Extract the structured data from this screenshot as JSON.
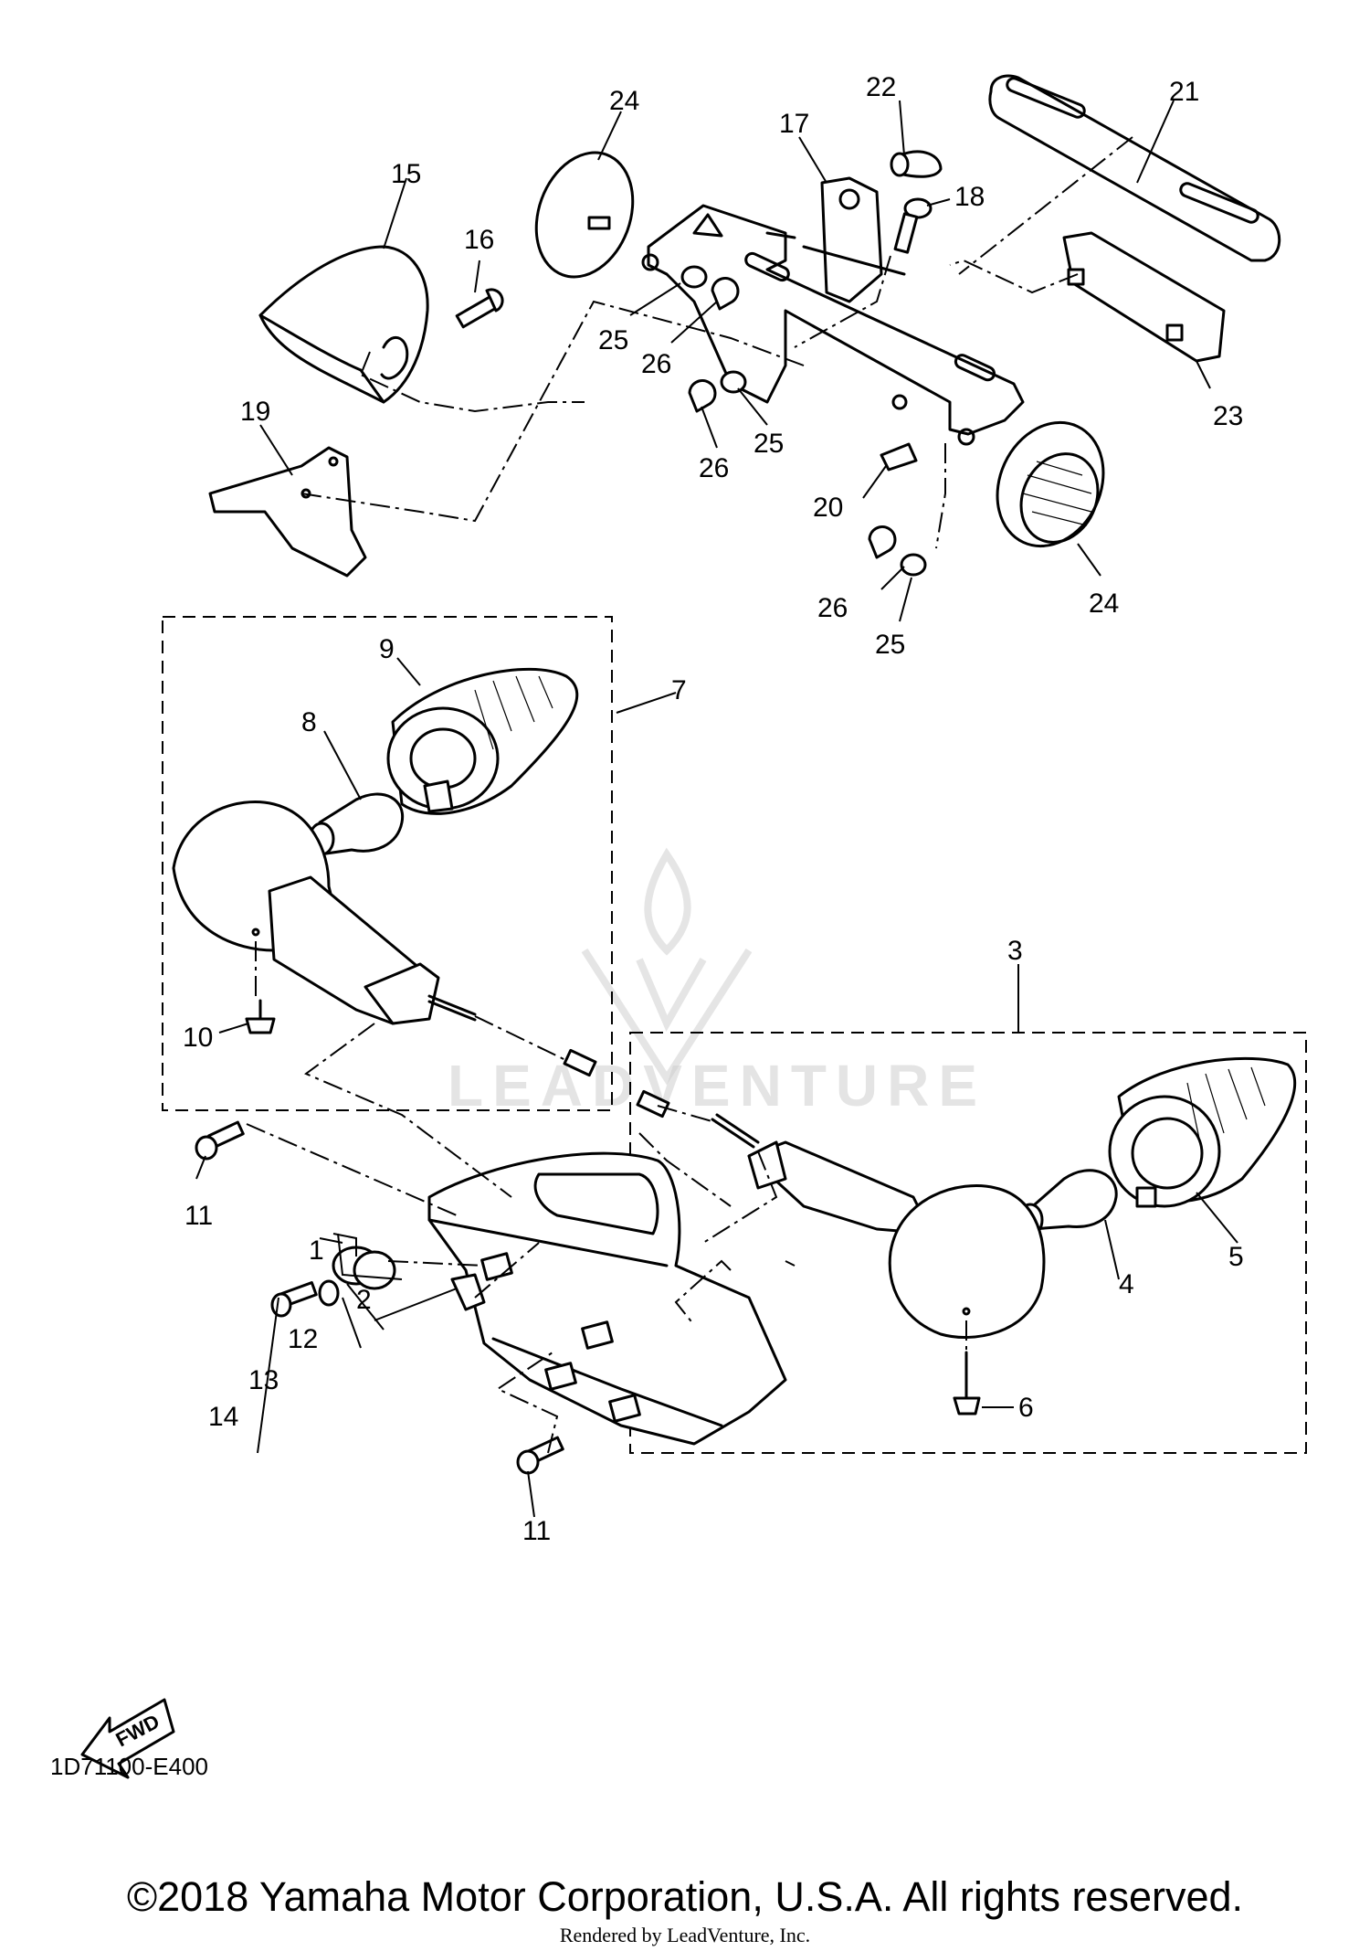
{
  "callouts": {
    "c1": "1",
    "c2": "2",
    "c3": "3",
    "c4": "4",
    "c5": "5",
    "c6": "6",
    "c7": "7",
    "c8": "8",
    "c9": "9",
    "c10": "10",
    "c11a": "11",
    "c11b": "11",
    "c12": "12",
    "c13": "13",
    "c14": "14",
    "c15": "15",
    "c16": "16",
    "c17": "17",
    "c18": "18",
    "c19": "19",
    "c20": "20",
    "c21": "21",
    "c22": "22",
    "c23": "23",
    "c24a": "24",
    "c24b": "24",
    "c25a": "25",
    "c25b": "25",
    "c25c": "25",
    "c26a": "26",
    "c26b": "26",
    "c26c": "26"
  },
  "fwd_label": "FWD",
  "drawing_code": "1D71100-E400",
  "watermark": "LEADVENTURE",
  "copyright": "©2018 Yamaha Motor Corporation, U.S.A. All rights reserved.",
  "rendered_by": "Rendered by LeadVenture, Inc."
}
